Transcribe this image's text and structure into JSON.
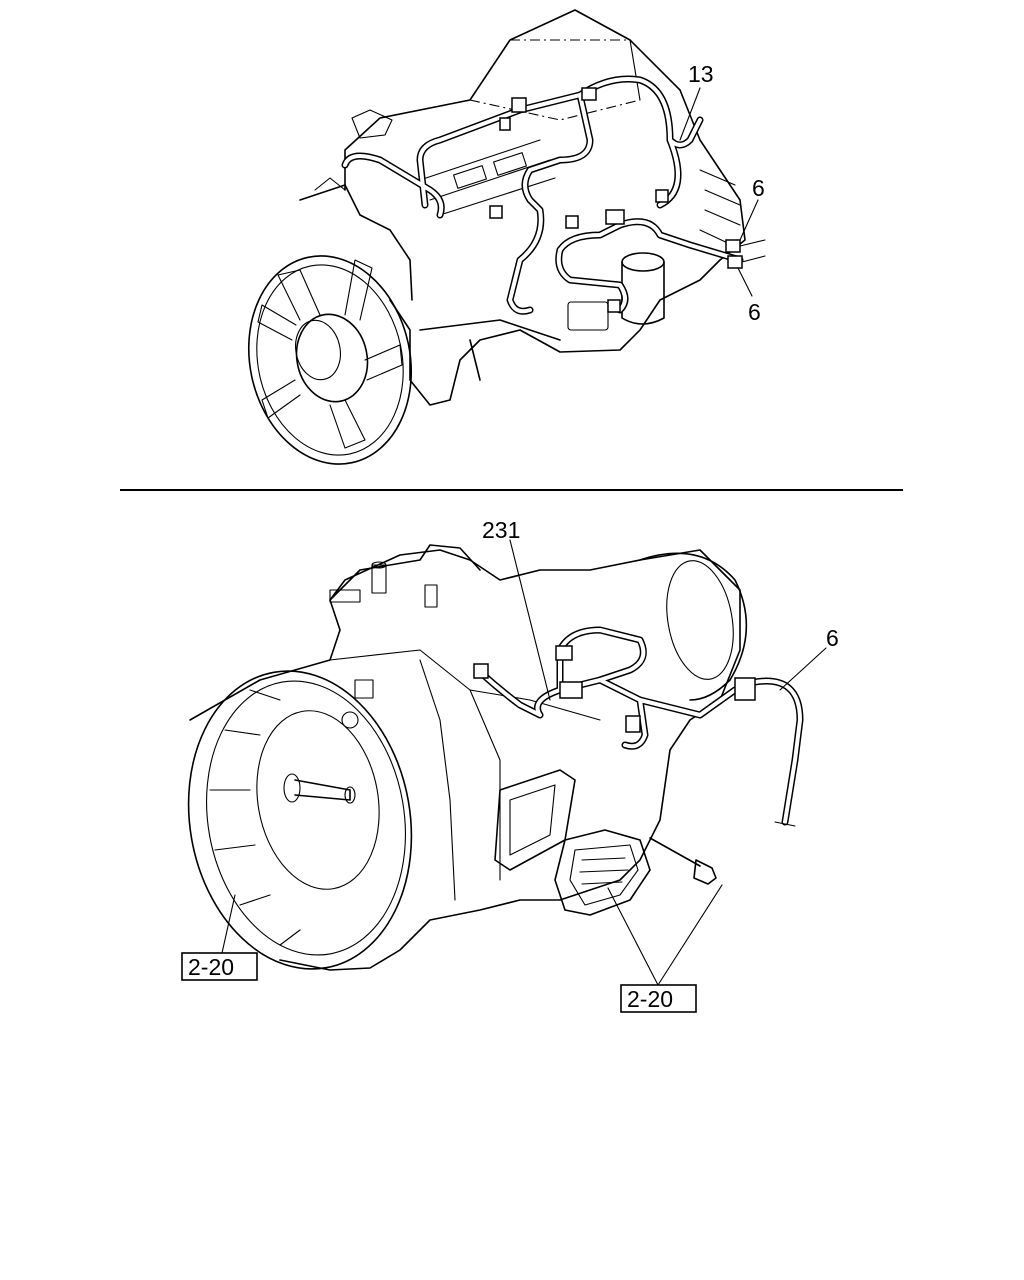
{
  "callouts": {
    "harness_engine": "13",
    "connector_upper": "6",
    "connector_lower": "6",
    "harness_transmission": "231",
    "connector_transmission": "6",
    "ref_left": "2-20",
    "ref_right": "2-20"
  }
}
